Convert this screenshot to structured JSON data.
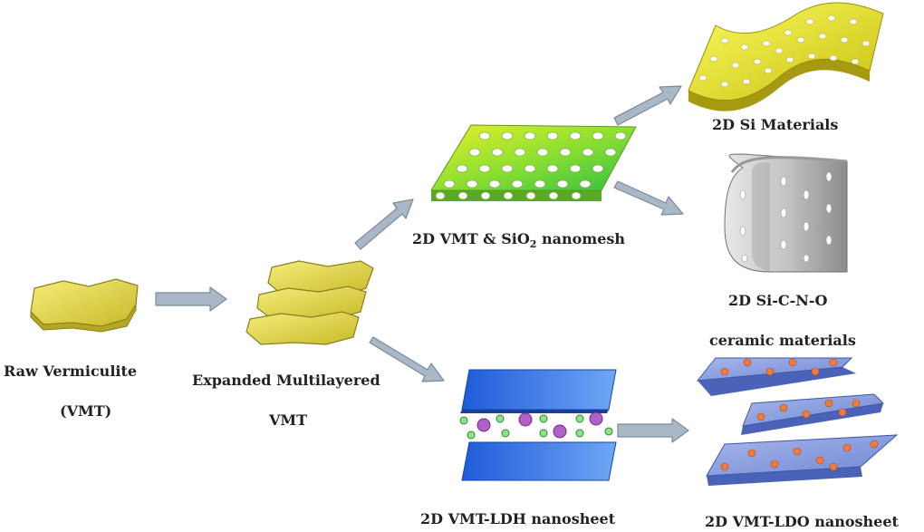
{
  "labels": {
    "raw_line1": "Raw Vermiculite",
    "raw_line2": "(VMT)",
    "expanded_line1": "Expanded  Multilayered",
    "expanded_line2": "VMT",
    "nanomesh_pre": "2D VMT & SiO",
    "nanomesh_sub": "2",
    "nanomesh_post": " nanomesh",
    "si_materials": "2D Si Materials",
    "sicno_line1": "2D Si-C-N-O",
    "sicno_line2": "ceramic materials",
    "ldh": "2D VMT-LDH nanosheet",
    "ldo": "2D VMT-LDO  nanosheet"
  },
  "colors": {
    "arrow": "#a9b7c6",
    "arrow_edge": "#7c8a99",
    "vmt_yellow": "#d8cc3c",
    "mesh_green": "#7ed321",
    "si_yellow": "#e6e61e",
    "ceramic_gray": "#c8c8c8",
    "ldh_blue": "#2f6fe6",
    "ldo_blue": "#7f95d9",
    "ldo_dot": "#f07c3c",
    "anion_purple": "#a050b8",
    "water_green": "#38c040"
  }
}
